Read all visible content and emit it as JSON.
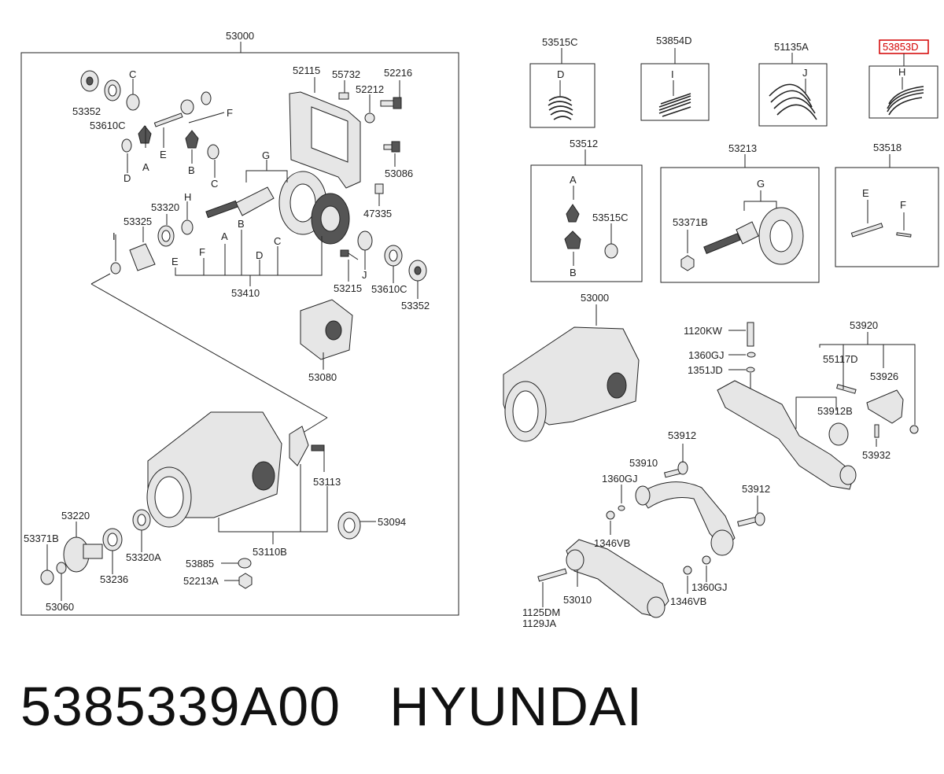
{
  "footer": {
    "part_number": "5385339A00",
    "brand": "HYUNDAI"
  },
  "highlight_color": "#d40000",
  "highlighted_label": "53853D",
  "left_panel": {
    "title": "53000",
    "labels": [
      "53352",
      "53610C",
      "C",
      "F",
      "E",
      "A",
      "D",
      "B",
      "C",
      "52115",
      "55732",
      "52216",
      "52212",
      "53086",
      "47335",
      "G",
      "53320",
      "H",
      "53325",
      "I",
      "B",
      "A",
      "E",
      "F",
      "D",
      "C",
      "53410",
      "J",
      "53215",
      "53610C",
      "53352",
      "53080",
      "53113",
      "53094",
      "53220",
      "53371B",
      "53236",
      "53320A",
      "53110B",
      "53885",
      "52213A",
      "53060"
    ]
  },
  "top_right": [
    {
      "title": "53515C",
      "letter": "D"
    },
    {
      "title": "53854D",
      "letter": "I"
    },
    {
      "title": "51135A",
      "letter": "J"
    },
    {
      "title": "53853D",
      "letter": "H"
    }
  ],
  "mid_right": [
    {
      "title": "53512",
      "labels": [
        "A",
        "53515C",
        "B"
      ]
    },
    {
      "title": "53213",
      "labels": [
        "G",
        "53371B"
      ]
    },
    {
      "title": "53518",
      "labels": [
        "E",
        "F"
      ]
    }
  ],
  "lower_right": {
    "labels": [
      "53000",
      "1120KW",
      "1360GJ",
      "1351JD",
      "53920",
      "55117D",
      "53926",
      "53912B",
      "53932",
      "53912",
      "53910",
      "1360GJ",
      "53912",
      "1346VB",
      "53010",
      "1360GJ",
      "1346VB",
      "1125DM",
      "1129JA"
    ]
  }
}
